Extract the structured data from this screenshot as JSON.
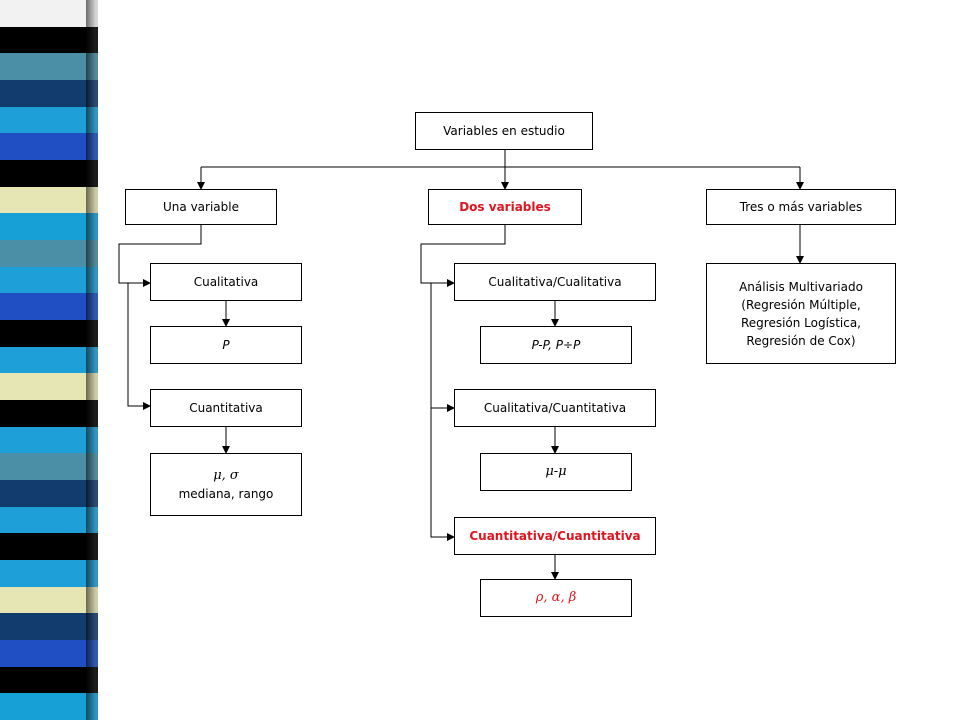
{
  "diagram": {
    "root": "Variables en estudio",
    "una_variable": {
      "title": "Una variable",
      "cualitativa": "Cualitativa",
      "cualitativa_stat": "P",
      "cuantitativa": "Cuantitativa",
      "cuantitativa_stat_symbols": "μ, σ",
      "cuantitativa_stat_text": "mediana, rango"
    },
    "dos_variables": {
      "title": "Dos variables",
      "cual_cual": "Cualitativa/Cualitativa",
      "cual_cual_stat": "P-P, P÷P",
      "cual_cuant": "Cualitativa/Cuantitativa",
      "cual_cuant_stat": "μ-μ",
      "cuant_cuant": "Cuantitativa/Cuantitativa",
      "cuant_cuant_stat": "ρ, α, β"
    },
    "tres_variables": {
      "title": "Tres o más variables",
      "analysis": "Análisis Multivariado\n(Regresión Múltiple,\nRegresión Logística,\nRegresión de Cox)"
    }
  },
  "colors": {
    "highlight": "#e0141e",
    "stripe_bands": [
      "#f2f2f2",
      "#000000",
      "#4a8fa6",
      "#123c6e",
      "#1e9fd7",
      "#1f4fc2",
      "#000000",
      "#e6e6b4",
      "#17a0d6",
      "#4a8fa6",
      "#1e9fd7",
      "#1f4fc2",
      "#000000",
      "#1e9fd7",
      "#e6e6b4",
      "#000000",
      "#1e9fd7",
      "#4a8fa6",
      "#123c6e",
      "#1e9fd7",
      "#000000",
      "#1e9fd7",
      "#e6e6b4",
      "#123c6e",
      "#1f4fc2",
      "#000000",
      "#17a0d6"
    ]
  }
}
